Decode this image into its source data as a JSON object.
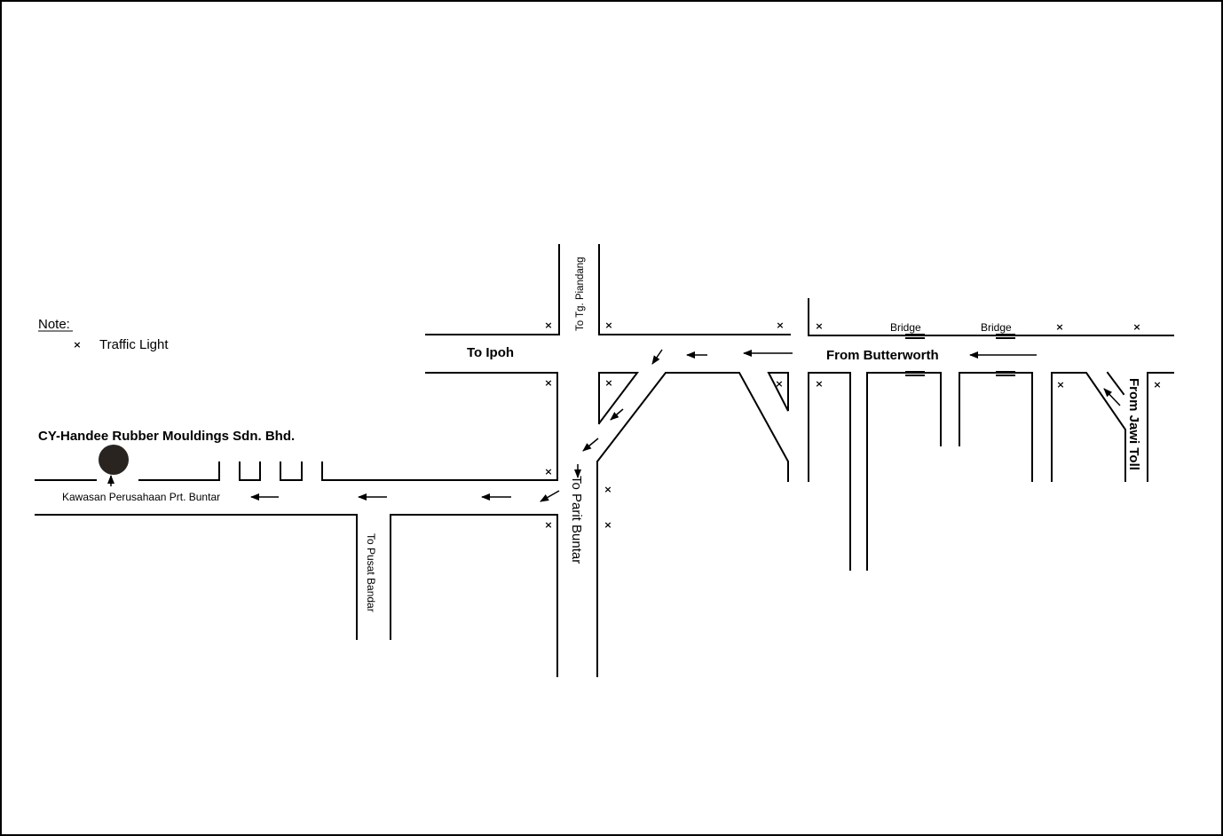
{
  "colors": {
    "line": "#000000",
    "background": "#ffffff",
    "company_marker": "#2a2420"
  },
  "note": {
    "heading": "Note:",
    "legend_symbol": "×",
    "legend_label": "Traffic Light"
  },
  "company": {
    "name": "CY-Handee Rubber Mouldings Sdn. Bhd."
  },
  "labels": {
    "to_ipoh": "To Ipoh",
    "to_tg_piandang": "To Tg. Piandang",
    "from_butterworth": "From Butterworth",
    "bridge_1": "Bridge",
    "bridge_2": "Bridge",
    "from_jawi_toll": "From Jawi Toll",
    "to_parit_buntar": "To Parit Buntar",
    "to_pusat_bandar": "To Pusat Bandar",
    "kawasan": "Kawasan Perusahaan Prt. Buntar"
  },
  "traffic_light_symbol": "×"
}
